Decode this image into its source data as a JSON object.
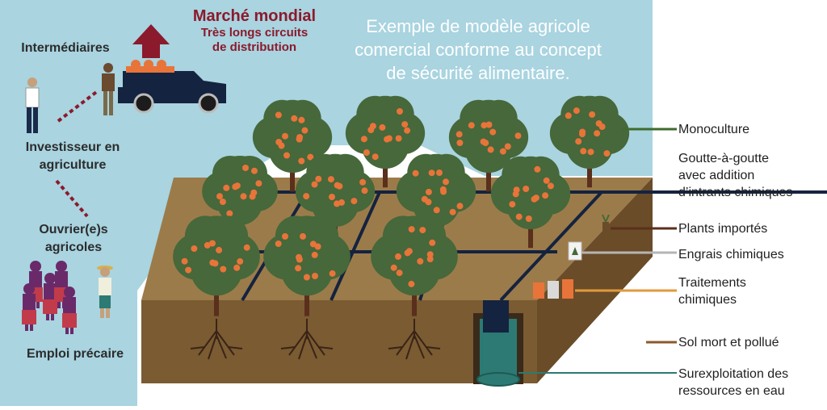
{
  "title": [
    "Exemple de modèle agricole",
    "comercial conforme au concept",
    "de sécurité alimentaire."
  ],
  "market": {
    "heading": "Marché mondial",
    "subheading": [
      "Très longs circuits",
      "de distribution"
    ]
  },
  "left_labels": {
    "intermediaries": "Intermédiaires",
    "investor": [
      "Investisseur en",
      "agriculture"
    ],
    "workers": [
      "Ouvrier(e)s",
      "agricoles"
    ],
    "precarious": "Emploi précaire"
  },
  "right_labels": [
    {
      "text": [
        "Monoculture"
      ],
      "color": "#3f6b2e"
    },
    {
      "text": [
        "Goutte-à-goutte",
        "avec addition",
        "d’intrants chimiques"
      ],
      "color": "#14233f"
    },
    {
      "text": [
        "Plants importés"
      ],
      "color": "#5a2f1c"
    },
    {
      "text": [
        "Engrais chimiques"
      ],
      "color": "#b5b5b5"
    },
    {
      "text": [
        "Traitements",
        "chimiques"
      ],
      "color": "#e19a3c"
    },
    {
      "text": [
        "Sol mort et pollué"
      ],
      "color": "#8a5a2a"
    },
    {
      "text": [
        "Surexploitation des",
        "ressources en eau"
      ],
      "color": "#2c7a73"
    }
  ],
  "colors": {
    "sky": "#a9d4e0",
    "soil_top": "#9c7b4a",
    "soil_side": "#7a5b32",
    "foliage": "#46683a",
    "fruit": "#e8743a",
    "trunk": "#5a2f1c",
    "pipe": "#14233f",
    "market": "#8b1a2c",
    "truck": "#14233f"
  }
}
